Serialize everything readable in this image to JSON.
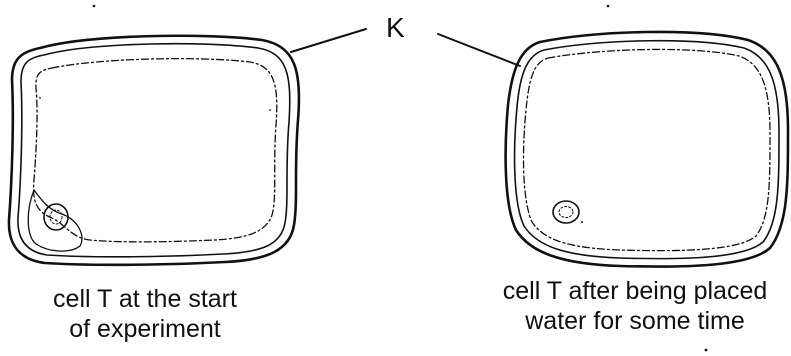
{
  "diagram": {
    "label_k": "K",
    "caption_left": {
      "line1": "cell T at the start",
      "line2": "of experiment"
    },
    "caption_right": {
      "line1": "cell T after being placed",
      "line2": "water for some time"
    },
    "ink_color": "#111111"
  }
}
